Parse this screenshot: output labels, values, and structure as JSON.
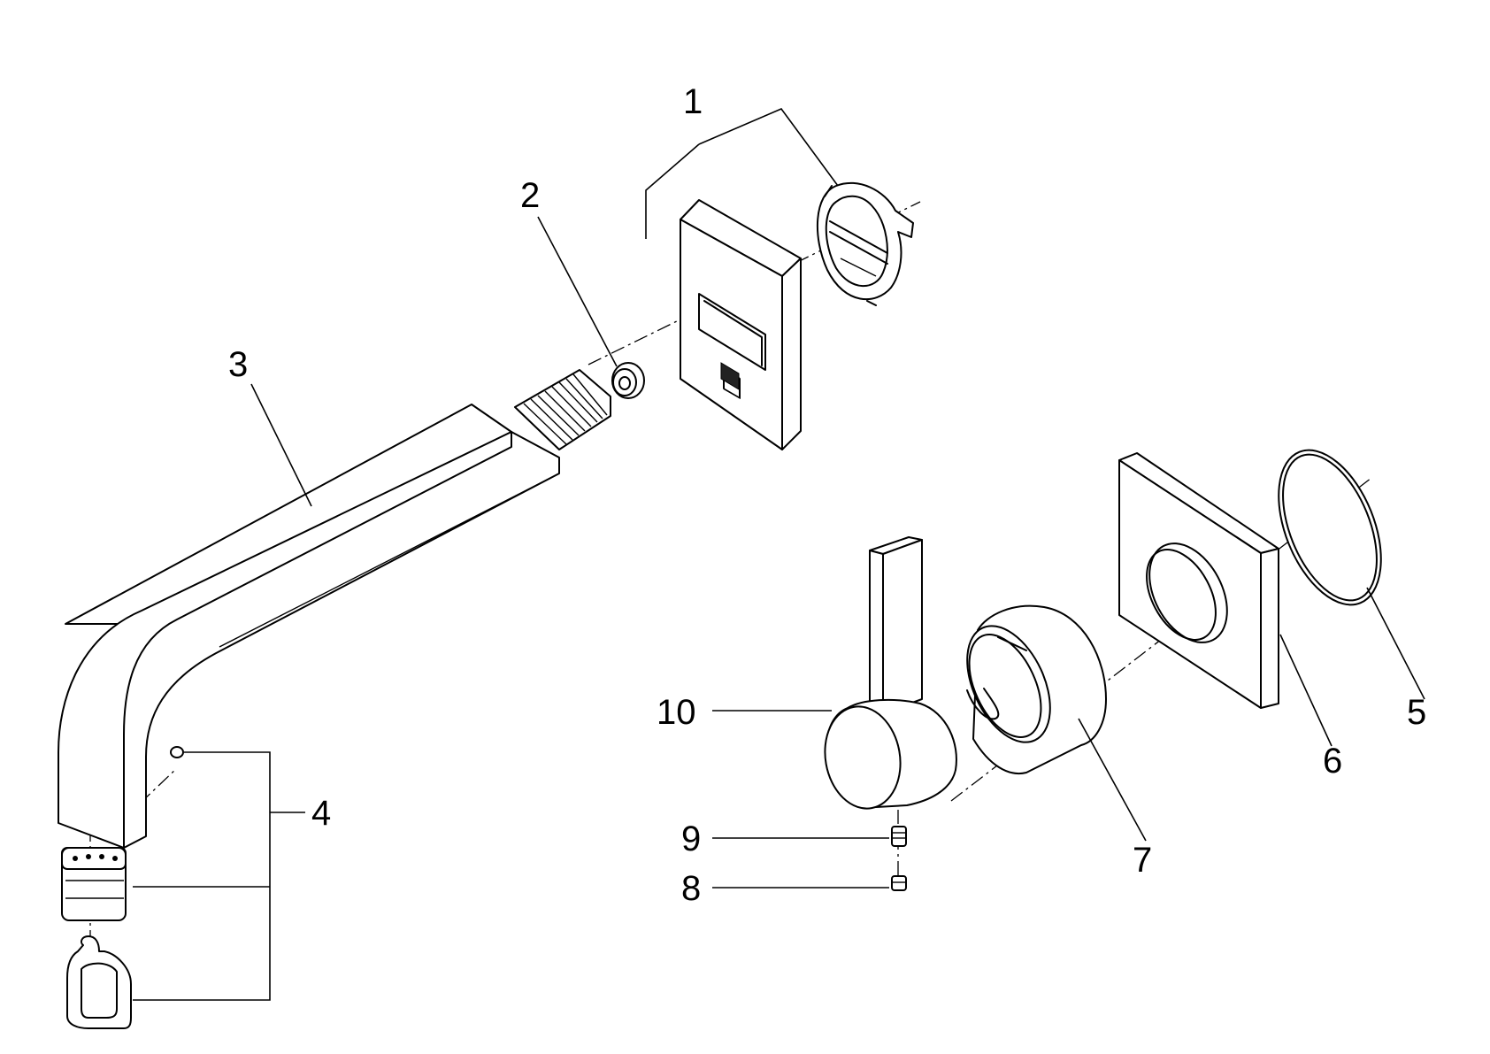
{
  "callouts": {
    "c1": "1",
    "c2": "2",
    "c3": "3",
    "c4": "4",
    "c5": "5",
    "c6": "6",
    "c7": "7",
    "c8": "8",
    "c9": "9",
    "c10": "10"
  },
  "colors": {
    "ink": "#000000",
    "paper": "#ffffff"
  }
}
